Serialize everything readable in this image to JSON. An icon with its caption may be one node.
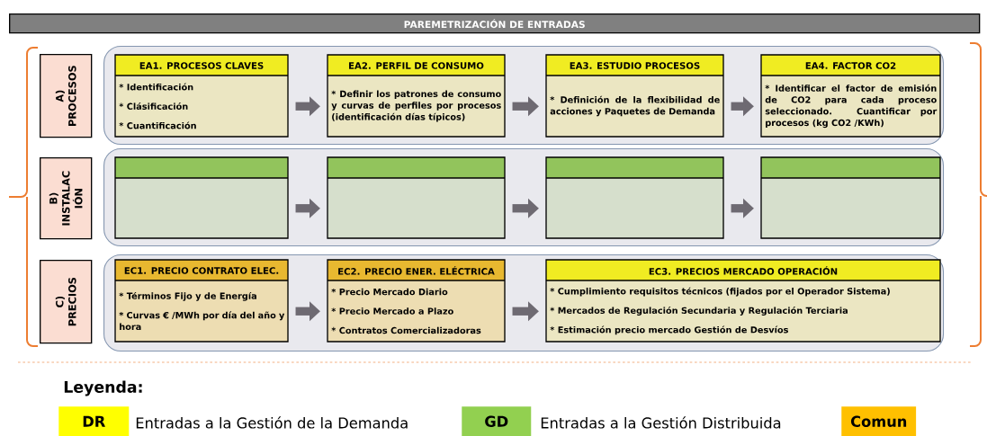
{
  "diagram": {
    "title": "PAREMETRIZACIÓN DE ENTRADAS",
    "nodes": [
      {
        "text": [
          "A) PROCESOS"
        ]
      },
      {
        "text": [],
        "shape": "box"
      },
      {
        "text": [
          "EA1. PROCESOS CLAVES",
          "* Identificación",
          "* Clásificación",
          "* Cuantificación"
        ],
        "in": 1
      },
      {
        "text": [
          "EA2. PERFIL DE CONSUMO",
          "* Definir los patrones de consumo y curvas de perfiles por procesos (identificación días típicos)"
        ],
        "in": 1
      },
      {
        "text": [
          "EA3. ESTUDIO PROCESOS",
          "* Definición de la flexibilidad de acciones y Paquetes de Demanda"
        ],
        "in": 1
      },
      {
        "text": [
          "EA4. FACTOR CO2",
          "* Identificar el factor de emisión de CO2 para cada proceso seleccionado. Cuantificar por procesos (kg CO2 /KWh)"
        ],
        "in": 1
      },
      {
        "text": [
          "B) INSTALAC IÓN"
        ]
      },
      {
        "text": [],
        "shape": "box"
      },
      {
        "text": [],
        "shape": "box",
        "in": 7
      },
      {
        "text": [],
        "shape": "box",
        "in": 7
      },
      {
        "text": [],
        "shape": "box",
        "in": 7
      },
      {
        "text": [],
        "shape": "box",
        "in": 7
      },
      {
        "text": [
          "C) PRECIOS"
        ]
      },
      {
        "text": [],
        "shape": "box"
      },
      {
        "text": [
          "EC1. PRECIO CONTRATO ELEC.",
          "* Términos Fijo y de Energía",
          "* Curvas € /MWh por día del año y hora"
        ],
        "in": 13
      },
      {
        "text": [
          "EC2. PRECIO ENER. ELÉCTRICA",
          "* Precio Mercado Diario",
          "* Precio Mercado a Plazo",
          "* Contratos Comercializadoras"
        ],
        "in": 13
      },
      {
        "text": [
          "EC3. PRECIOS MERCADO OPERACIÓN",
          "* Cumplimiento requisitos técnicos (fijados por el Operador Sistema)",
          "* Mercados de Regulación Secundaria y Regulación Terciaria",
          "* Estimación precio mercado Gestión de Desvíos"
        ],
        "in": 13
      }
    ],
    "edges": [
      {
        "from": 2,
        "to": 3,
        "arrow": "to"
      },
      {
        "from": 3,
        "to": 4,
        "arrow": "to"
      },
      {
        "from": 4,
        "to": 5,
        "arrow": "to"
      },
      {
        "from": 8,
        "to": 9,
        "arrow": "to"
      },
      {
        "from": 9,
        "to": 10,
        "arrow": "to"
      },
      {
        "from": 10,
        "to": 11,
        "arrow": "to"
      },
      {
        "from": 14,
        "to": 15,
        "arrow": "to"
      },
      {
        "from": 15,
        "to": 16,
        "arrow": "to"
      }
    ],
    "labels": [
      "Leyenda:",
      "Entradas a la Gestión de la Demanda",
      "Entradas a la Gestión Distribuida"
    ],
    "legend": [
      {
        "text": "DR",
        "color": "#ffff00"
      },
      {
        "text": "GD",
        "color": "#92d050"
      },
      {
        "text": "Comun",
        "color": "#ffc000"
      }
    ]
  }
}
